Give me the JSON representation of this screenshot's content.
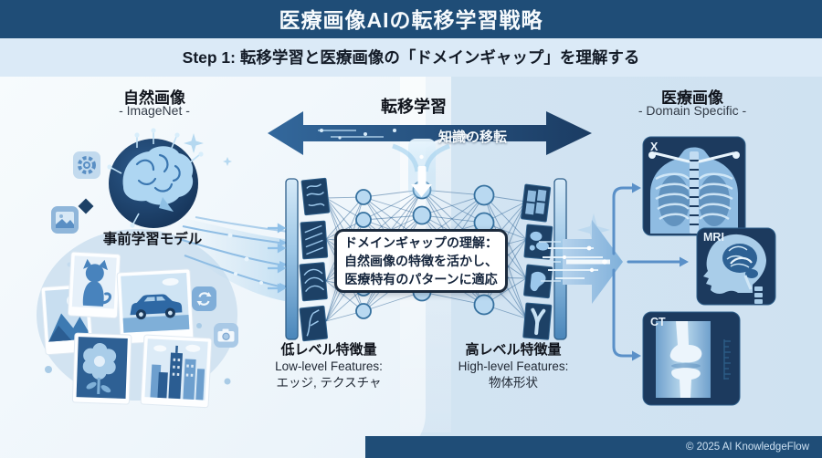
{
  "header": {
    "title": "医療画像AIの転移学習戦略"
  },
  "step": {
    "label": "Step 1: 転移学習と医療画像の「ドメインギャップ」を理解する"
  },
  "natural_section": {
    "heading": "自然画像",
    "subheading": "- ImageNet -",
    "model_label": "事前学習モデル"
  },
  "transfer": {
    "heading": "転移学習",
    "knowledge_label": "知識の移転"
  },
  "gap_box": {
    "line1": "ドメインギャップの理解：",
    "line2": "自然画像の特徴を活かし、",
    "line3": "医療特有のパターンに適応"
  },
  "features": {
    "low": {
      "title": "低レベル特徴量",
      "subtitle": "Low-level Features:",
      "detail": "エッジ, テクスチャ"
    },
    "high": {
      "title": "高レベル特徴量",
      "subtitle": "High-level Features:",
      "detail": "物体形状"
    }
  },
  "medical_section": {
    "heading": "医療画像",
    "subheading": "- Domain Specific -",
    "modalities": {
      "xray": "X",
      "mri": "MRI",
      "ct": "CT"
    }
  },
  "footer": {
    "copyright": "© 2025 AI KnowledgeFlow"
  },
  "icons": {
    "names": [
      "brain-icon",
      "gear-icon",
      "image-icon",
      "sync-icon",
      "camera-icon",
      "sparkle-icon",
      "diamond-icon"
    ]
  },
  "colors": {
    "title_bar": "#1f4d77",
    "step_bar": "#dbeaf7",
    "left_panel": "#f3f8fc",
    "right_panel": "#cfe2f1",
    "arrow_navy": "#1d4066",
    "card_navy": "#1c3a5e",
    "accent_light": "#a9cde9"
  }
}
